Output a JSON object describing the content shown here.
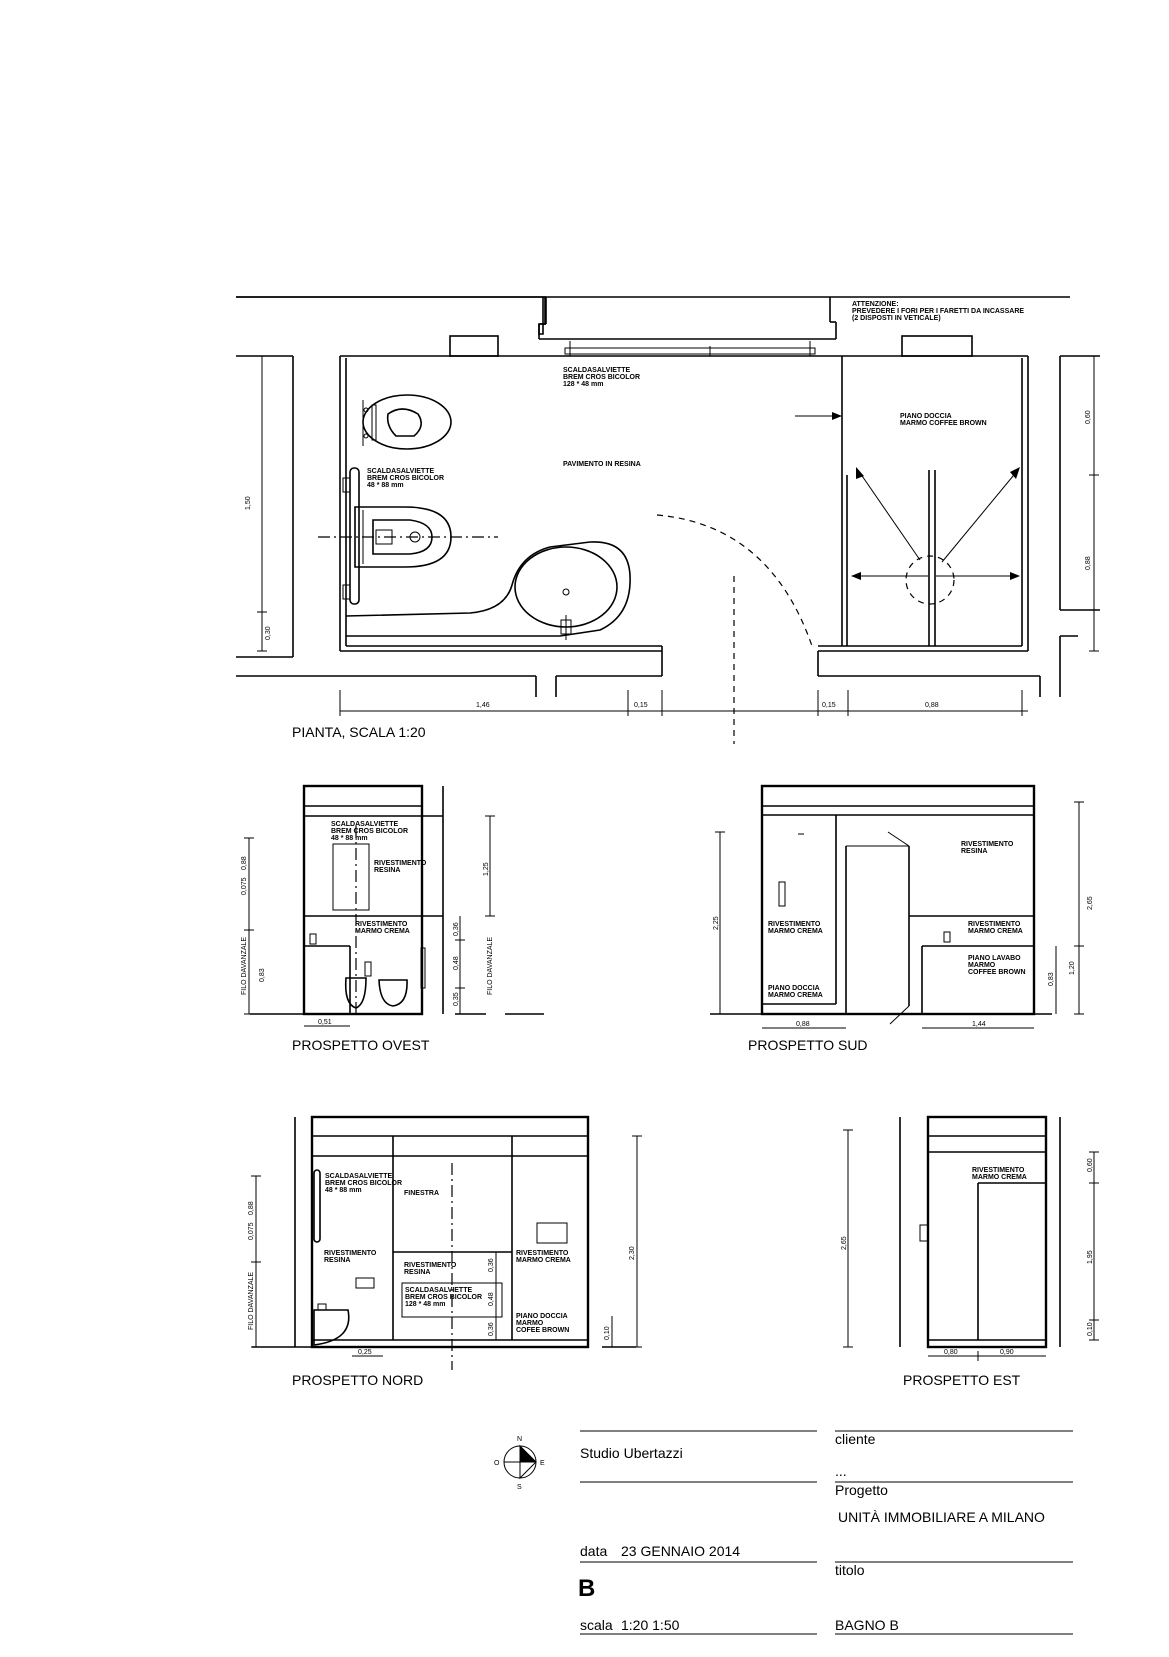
{
  "plan": {
    "title": "PIANTA, SCALA 1:20",
    "note": [
      "ATTENZIONE:",
      "PREVEDERE I FORI PER I FARETTI DA INCASSARE",
      "(2 DISPOSTI IN VETICALE)"
    ],
    "towel_top": [
      "SCALDASALVIETTE",
      "BREM CROS BICOLOR",
      "128 * 48 mm"
    ],
    "towel_left": [
      "SCALDASALVIETTE",
      "BREM CROS BICOLOR",
      "48 * 88 mm"
    ],
    "floor": "PAVIMENTO IN RESINA",
    "shower": [
      "PIANO DOCCIA",
      "MARMO COFFEE BROWN"
    ],
    "dims": {
      "h_left": "1,50",
      "h_low": "0,30",
      "w1": "1,46",
      "w2": "0,15",
      "w3": "0,15",
      "w4": "0,88",
      "r1": "0,60",
      "r2": "0,88"
    }
  },
  "ovest": {
    "title": "PROSPETTO OVEST",
    "towel": [
      "SCALDASALVIETTE",
      "BREM CROS BICOLOR",
      "48 * 88 mm"
    ],
    "riv_resina": [
      "RIVESTIMENTO",
      "RESINA"
    ],
    "riv_marmo": [
      "RIVESTIMENTO",
      "MARMO CREMA"
    ],
    "dims": {
      "d1": "0,075",
      "d2": "0,88",
      "d3": "1,25",
      "d4": "0,36",
      "d5": "0,48",
      "d6": "0,35",
      "d7": "0,83",
      "d8": "0,51",
      "filo": "FILO DAVANZALE"
    }
  },
  "sud": {
    "title": "PROSPETTO SUD",
    "riv_resina": [
      "RIVESTIMENTO",
      "RESINA"
    ],
    "riv_marmo_left": [
      "RIVESTIMENTO",
      "MARMO CREMA"
    ],
    "riv_marmo_right": [
      "RIVESTIMENTO",
      "MARMO CREMA"
    ],
    "piano_lavabo": [
      "PIANO LAVABO",
      "MARMO",
      "COFFEE BROWN"
    ],
    "piano_doccia": [
      "PIANO DOCCIA",
      "MARMO CREMA"
    ],
    "dims": {
      "h1": "2,25",
      "h2": "2,65",
      "h3": "1,20",
      "h4": "0,83",
      "w1": "0,88",
      "w2": "1,44"
    }
  },
  "nord": {
    "title": "PROSPETTO NORD",
    "towel": [
      "SCALDASALVIETTE",
      "BREM CROS BICOLOR",
      "48 * 88 mm"
    ],
    "finestra": "FINESTRA",
    "riv_resina_left": [
      "RIVESTIMENTO",
      "RESINA"
    ],
    "riv_resina_mid": [
      "RIVESTIMENTO",
      "RESINA"
    ],
    "towel_mid": [
      "SCALDASALVIETTE",
      "BREM CROS BICOLOR",
      "128 * 48 mm"
    ],
    "riv_marmo": [
      "RIVESTIMENTO",
      "MARMO CREMA"
    ],
    "piano_doccia": [
      "PIANO DOCCIA",
      "MARMO",
      "COFEE BROWN"
    ],
    "dims": {
      "d1": "0,075",
      "d2": "0,88",
      "filo": "FILO DAVANZALE",
      "d3": "0,36",
      "d4": "0,48",
      "d5": "0,36",
      "d6": "2,30",
      "d7": "0,10",
      "d8": "0,25"
    }
  },
  "est": {
    "title": "PROSPETTO EST",
    "riv_marmo": [
      "RIVESTIMENTO",
      "MARMO CREMA"
    ],
    "dims": {
      "h1": "2,65",
      "r1": "0,60",
      "r2": "1,95",
      "r3": "0,10",
      "w1": "0,80",
      "w2": "0,90"
    }
  },
  "compass": {
    "n": "N",
    "s": "S",
    "e": "E",
    "o": "O"
  },
  "title_block": {
    "studio": "Studio  Ubertazzi",
    "cliente_label": "cliente",
    "cliente_value": "...",
    "progetto_label": "Progetto",
    "progetto_value": "UNITÀ  IMMOBILIARE  A  MILANO",
    "data_label": "data",
    "data_value": "23  GENNAIO  2014",
    "titolo_label": "titolo",
    "sheet_letter": "B",
    "scala_label": "scala",
    "scala_value": "1:20  1:50",
    "titolo_value": "BAGNO  B"
  }
}
